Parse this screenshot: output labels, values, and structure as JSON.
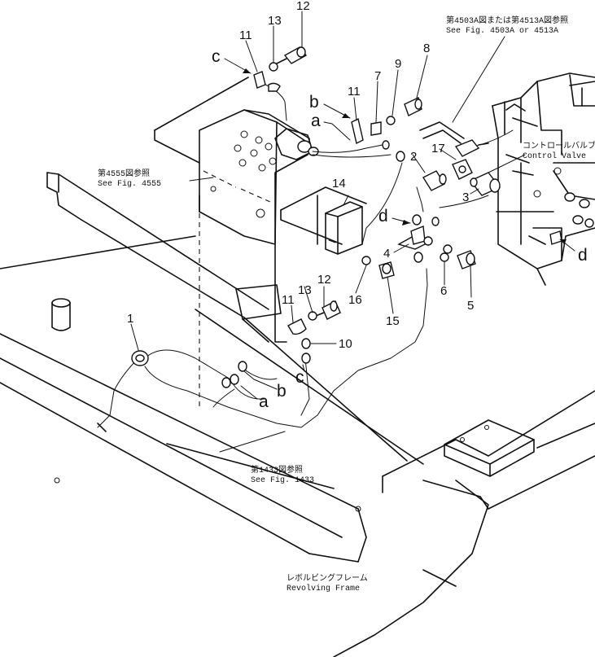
{
  "part_numbers": {
    "p1": "1",
    "p2": "2",
    "p3": "3",
    "p4": "4",
    "p5": "5",
    "p6": "6",
    "p7": "7",
    "p8": "8",
    "p9": "9",
    "p10": "10",
    "p11a": "11",
    "p11b": "11",
    "p11c": "11",
    "p12a": "12",
    "p12b": "12",
    "p13a": "13",
    "p13b": "13",
    "p14": "14",
    "p15": "15",
    "p16": "16",
    "p17": "17"
  },
  "letters": {
    "c_top": "c",
    "b_top": "b",
    "a_top": "a",
    "d_mid": "d",
    "d_right": "d",
    "c_low": "c",
    "b_low": "b",
    "a_low": "a"
  },
  "references": {
    "fig4503_jp": "第4503A図または第4513A図参照",
    "fig4503_en": "See  Fig. 4503A  or  4513A",
    "fig4555_jp": "第4555図参照",
    "fig4555_en": "See  Fig.  4555",
    "fig1433_jp": "第1433図参照",
    "fig1433_en": "See  Fig.  1433",
    "control_valve_jp": "コントロールバルブ",
    "control_valve_en": "Control  Valve",
    "revolving_frame_jp": "レボルビングフレーム",
    "revolving_frame_en": "Revolving  Frame"
  }
}
